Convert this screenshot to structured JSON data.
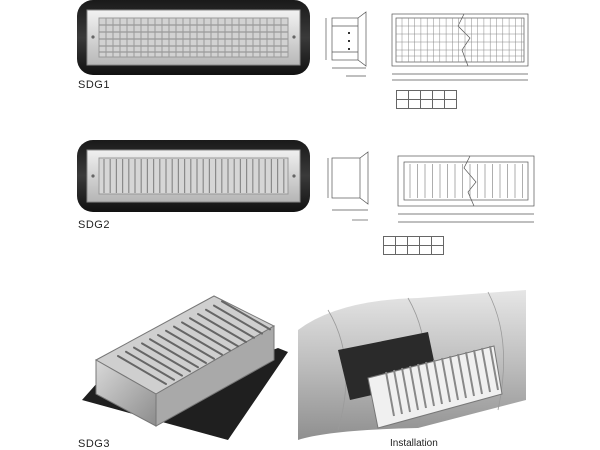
{
  "products": [
    {
      "id": "sdg1",
      "label": "SDG1"
    },
    {
      "id": "sdg2",
      "label": "SDG2"
    },
    {
      "id": "sdg3",
      "label": "SDG3"
    }
  ],
  "installation": {
    "label": "Installation"
  },
  "colors": {
    "frame_dark": "#1c1c1c",
    "metal_light": "#dcdcdc",
    "metal_mid": "#a9a9a9",
    "line": "#555555"
  }
}
